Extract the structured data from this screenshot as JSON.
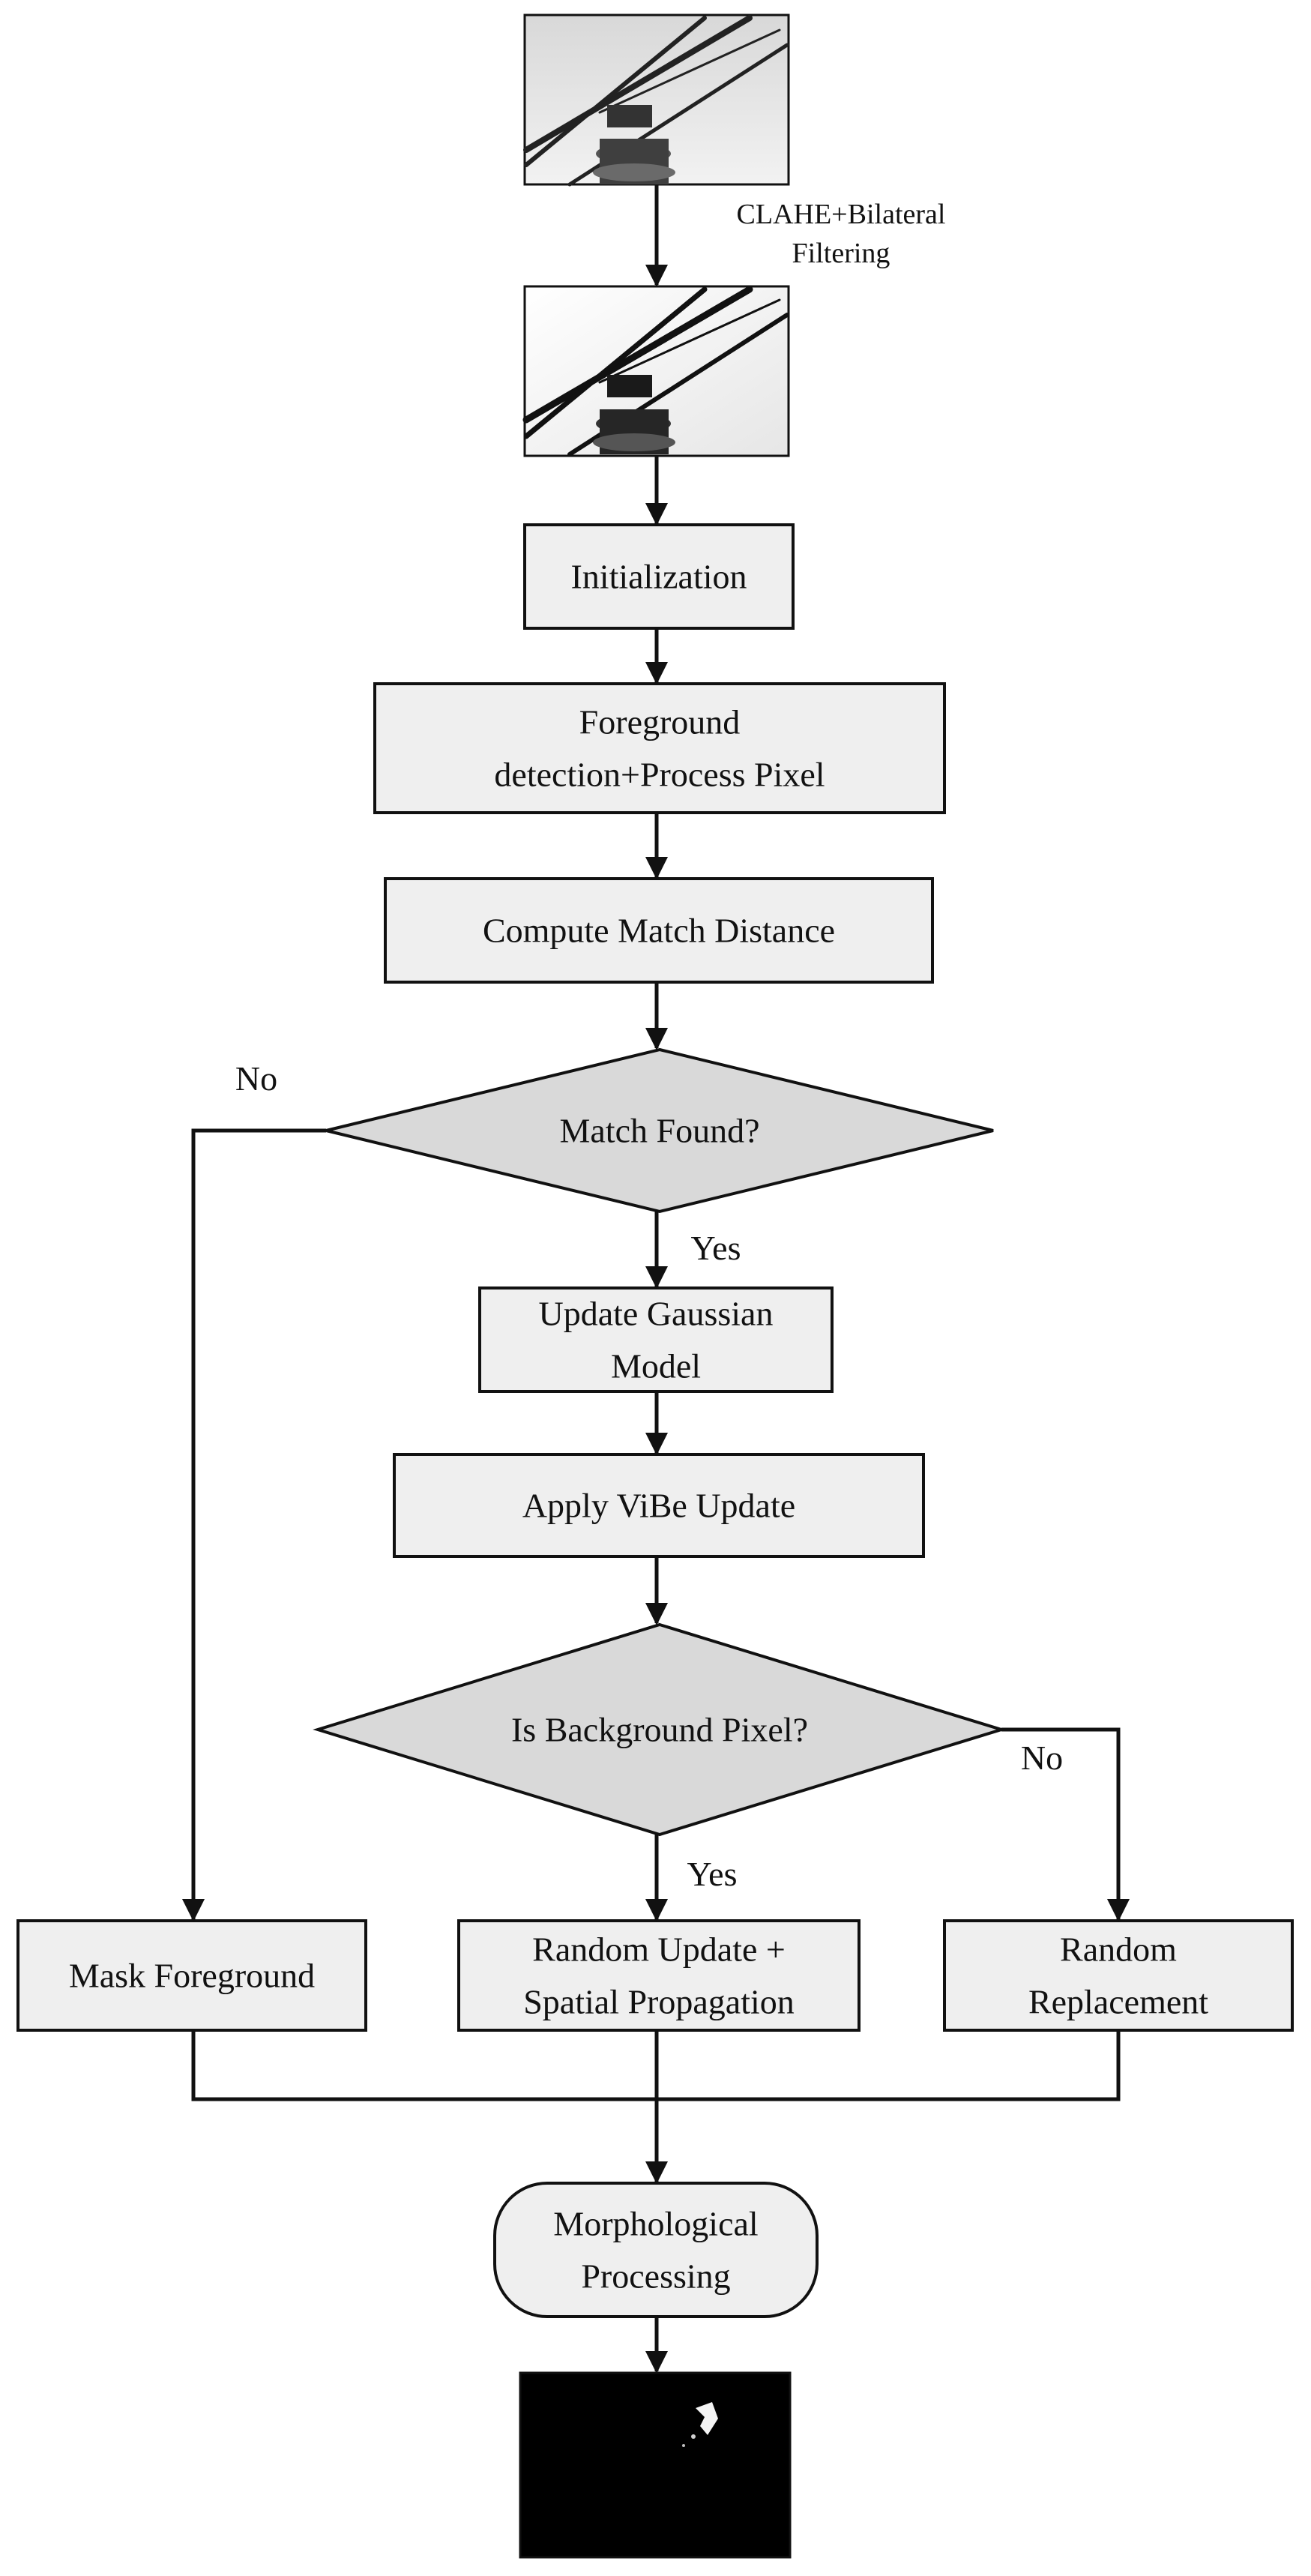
{
  "flowchart": {
    "edge_labels": {
      "preprocess": [
        "CLAHE+Bilateral",
        "Filtering"
      ],
      "match_no": "No",
      "match_yes": "Yes",
      "bg_no": "No",
      "bg_yes": "Yes"
    },
    "nodes": {
      "initialization": [
        "Initialization"
      ],
      "foreground_detection": [
        "Foreground",
        "detection+Process Pixel"
      ],
      "compute_match": [
        "Compute Match Distance"
      ],
      "match_found": [
        "Match Found?"
      ],
      "update_gaussian": [
        "Update Gaussian",
        "Model"
      ],
      "apply_vibe": [
        "Apply ViBe Update"
      ],
      "is_background": [
        "Is Background Pixel?"
      ],
      "mask_foreground": [
        "Mask Foreground"
      ],
      "random_update": [
        "Random Update +",
        "Spatial Propagation"
      ],
      "random_replacement": [
        "Random",
        "Replacement"
      ],
      "morphological": [
        "Morphological",
        "Processing"
      ]
    }
  }
}
